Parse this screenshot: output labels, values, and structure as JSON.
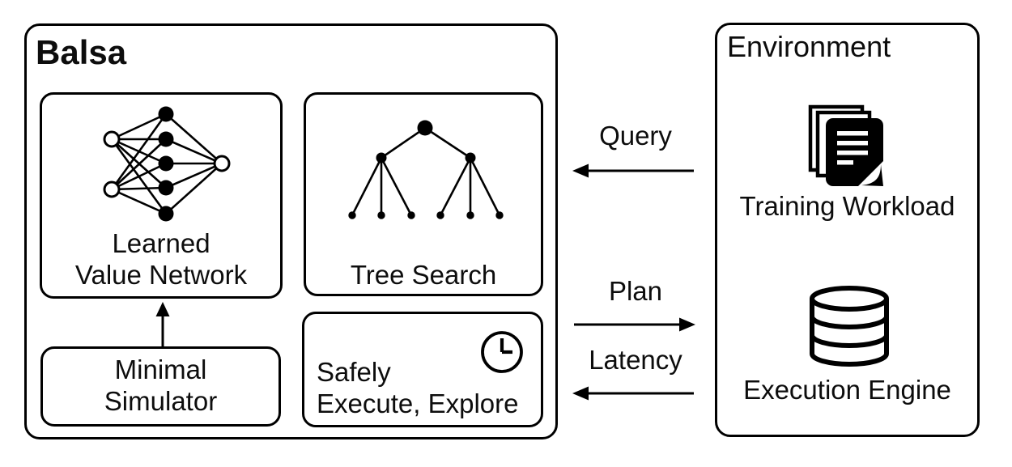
{
  "figure": {
    "type": "system-architecture-diagram"
  },
  "colors": {
    "line": "#000000",
    "background": "#ffffff",
    "text": "#0d0d0d"
  },
  "balsa": {
    "title": "Balsa",
    "components": {
      "value_network": {
        "label": "Learned\nValue Network",
        "icon": "neural-network-icon"
      },
      "tree_search": {
        "label": "Tree Search",
        "icon": "tree-diagram-icon"
      },
      "simulator": {
        "label": "Minimal\nSimulator"
      },
      "safe_execution": {
        "label": "Safely\nExecute, Explore",
        "icon": "clock-icon"
      }
    }
  },
  "environment": {
    "title": "Environment",
    "components": {
      "training_workload": {
        "label": "Training Workload",
        "icon": "document-stack-icon"
      },
      "execution_engine": {
        "label": "Execution Engine",
        "icon": "database-icon"
      }
    }
  },
  "flows": {
    "query": {
      "label": "Query",
      "from": "environment",
      "to": "balsa"
    },
    "plan": {
      "label": "Plan",
      "from": "balsa",
      "to": "environment"
    },
    "latency": {
      "label": "Latency",
      "from": "environment",
      "to": "balsa"
    },
    "simulator_to_value_network": {
      "from": "simulator",
      "to": "value_network"
    }
  }
}
